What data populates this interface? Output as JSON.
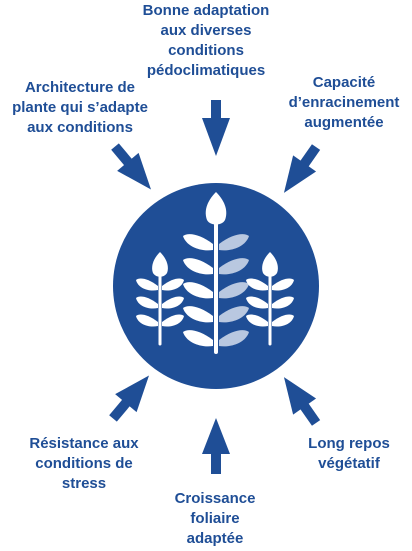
{
  "labels": {
    "top": [
      "Bonne adaptation",
      "aux diverses",
      "conditions",
      "pédoclimatiques"
    ],
    "top_left": [
      "Architecture de",
      "plante qui s’adapte",
      "aux conditions"
    ],
    "top_right": [
      "Capacité",
      "d’enracinement",
      "augmentée"
    ],
    "bottom_left": [
      "Résistance aux",
      "conditions de",
      "stress"
    ],
    "bottom_right": [
      "Long repos",
      "végétatif"
    ],
    "bottom": [
      "Croissance",
      "foliaire",
      "adaptée"
    ]
  },
  "colors": {
    "primary": "#1f4e96",
    "leaf_white": "#ffffff",
    "leaf_light": "#b9c8e0"
  },
  "icons": {
    "center": "wheat-icon",
    "arrows": "arrow-icon"
  }
}
